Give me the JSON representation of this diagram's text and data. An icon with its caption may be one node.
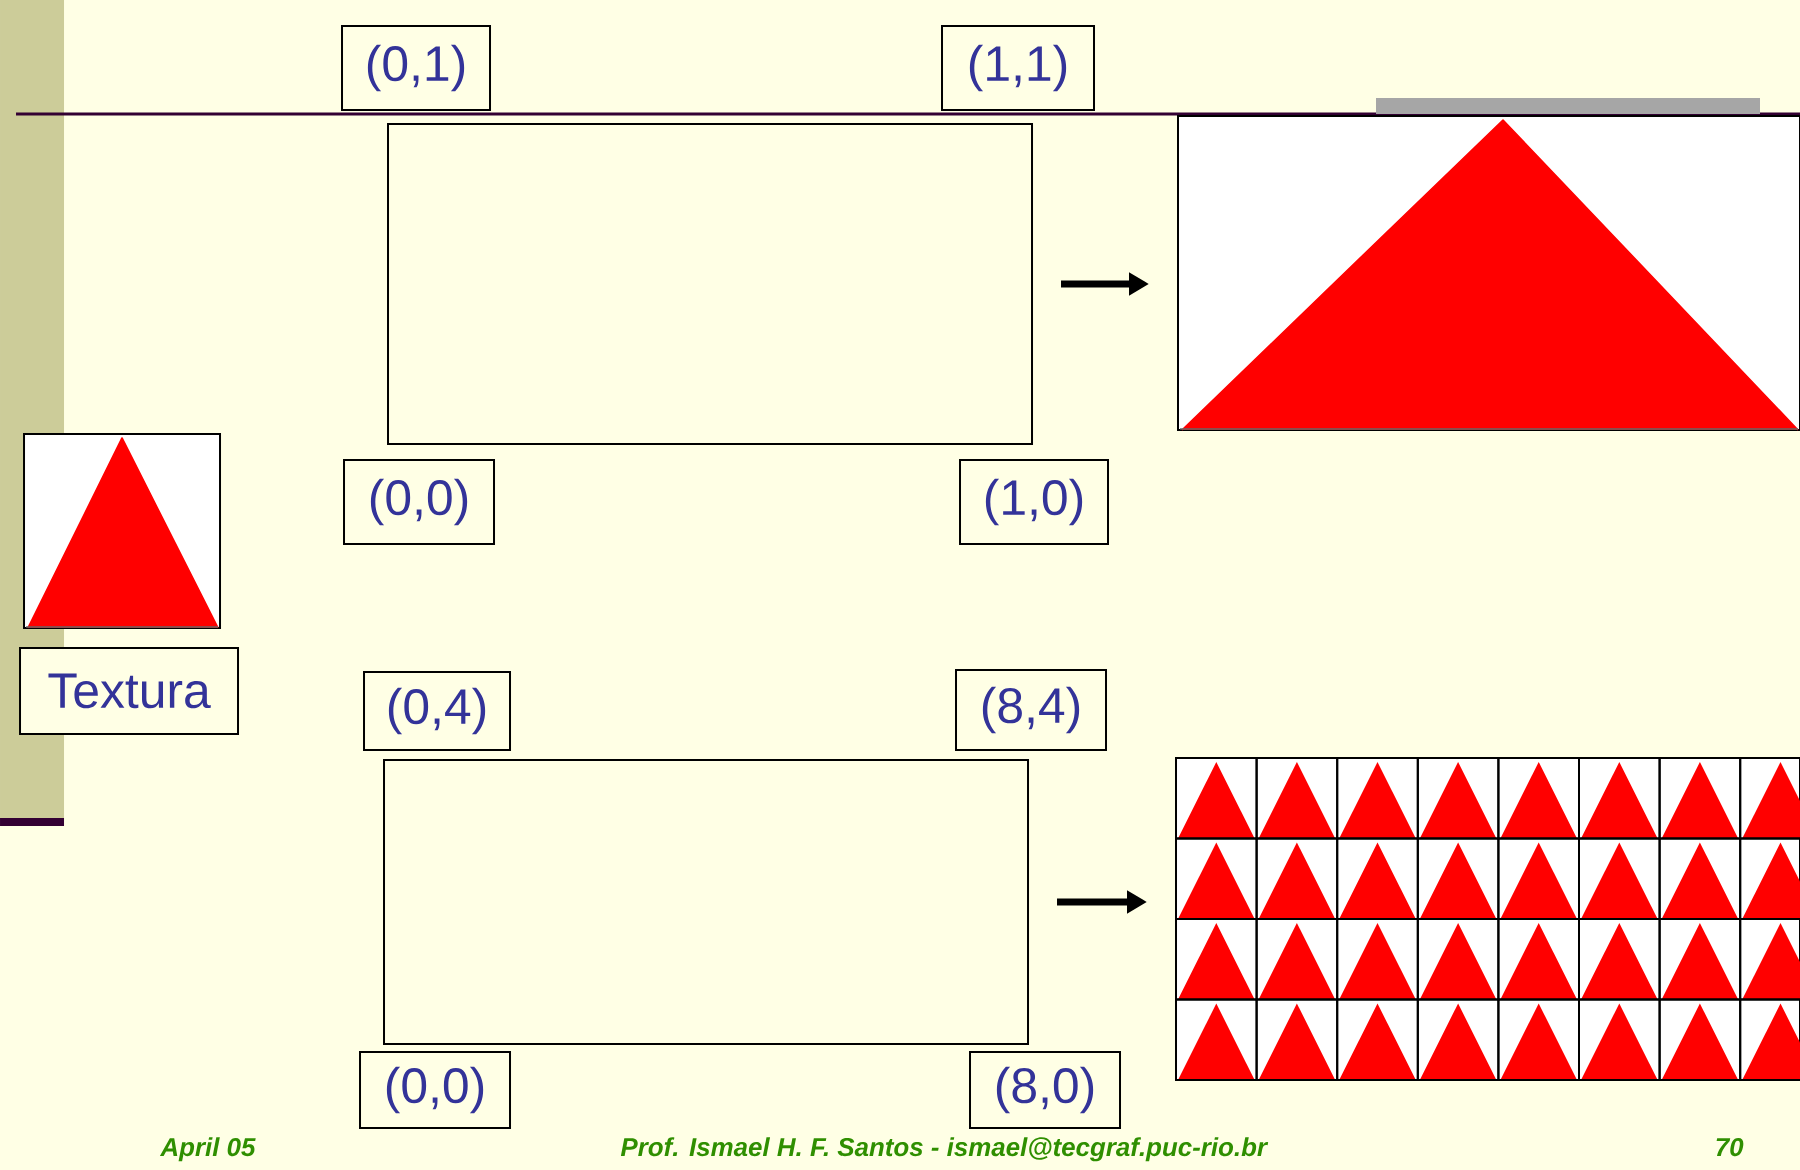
{
  "diagram": {
    "nodes": [
      {
        "text": [
          "(0,1)"
        ]
      },
      {
        "text": [
          "(1,1)"
        ]
      },
      {
        "text": [],
        "shape": "box"
      },
      {
        "text": [],
        "shape": "picture"
      },
      {
        "text": [],
        "shape": "picture"
      },
      {
        "text": [
          "(0,0)"
        ]
      },
      {
        "text": [
          "(1,0)"
        ]
      },
      {
        "text": [
          "Textura"
        ]
      },
      {
        "text": [
          "(0,4)"
        ]
      },
      {
        "text": [
          "(8,4)"
        ]
      },
      {
        "text": [],
        "shape": "box"
      },
      {
        "text": [],
        "shape": "picture"
      },
      {
        "text": [
          "(0,0)"
        ]
      },
      {
        "text": [
          "(8,0)"
        ]
      }
    ],
    "edges": [
      {
        "from": 2,
        "to": 3,
        "arrow": "to"
      },
      {
        "from": 10,
        "to": 11,
        "arrow": "to"
      }
    ],
    "labels": [
      "April 05",
      "Prof. Ismael H. F. Santos - ismael@tecgraf.puc-rio.br",
      "70"
    ]
  }
}
